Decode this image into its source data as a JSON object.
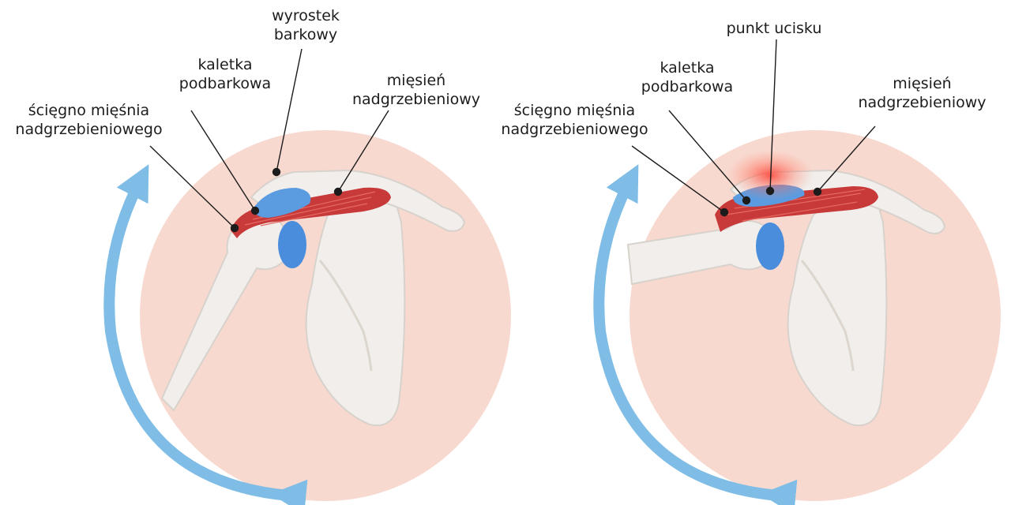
{
  "panels": [
    {
      "id": "normal",
      "labels": {
        "acromion": [
          "wyrostek",
          "barkowy"
        ],
        "subacromial_bursa": [
          "kaletka",
          "podbarkowa"
        ],
        "supraspinatus_muscle": [
          "mięsień",
          "nadgrzebieniowy"
        ],
        "supraspinatus_tendon": [
          "ścięgno mięśnia",
          "nadgrzebieniowego"
        ]
      }
    },
    {
      "id": "impingement",
      "labels": {
        "pressure_point": [
          "punkt ucisku"
        ],
        "subacromial_bursa": [
          "kaletka",
          "podbarkowa"
        ],
        "supraspinatus_muscle": [
          "mięsień",
          "nadgrzebieniowy"
        ],
        "supraspinatus_tendon": [
          "ścięgno mięśnia",
          "nadgrzebieniowego"
        ]
      }
    }
  ],
  "colors": {
    "background_circle": "#f8d9d0",
    "bone": "#f1eeeb",
    "bone_outline": "#d8d2cc",
    "muscle": "#c8393a",
    "bursa": "#5b9be0",
    "cartilage": "#4a8ddc",
    "motion_arrow": "#7fbde6",
    "pressure_glow": "#ff5a4a",
    "leader_line": "#1c1c1c"
  },
  "icons": [
    "motion-arrow-icon"
  ]
}
